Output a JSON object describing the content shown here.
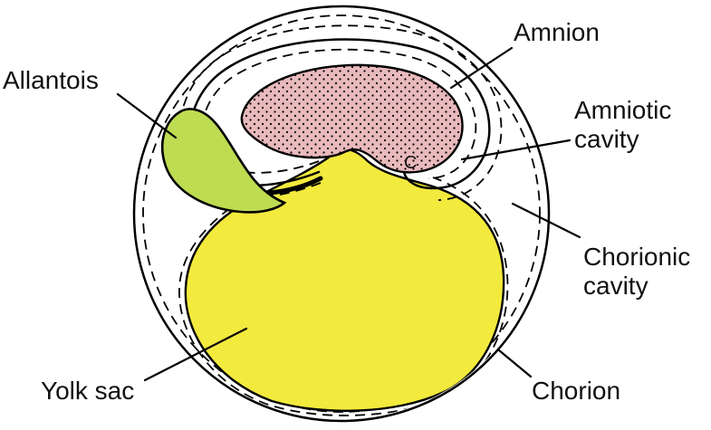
{
  "figure": {
    "labels": {
      "amnion": "Amnion",
      "allantois": "Allantois",
      "amniotic_cavity_line1": "Amniotic",
      "amniotic_cavity_line2": "cavity",
      "chorionic_cavity_line1": "Chorionic",
      "chorionic_cavity_line2": "cavity",
      "yolk_sac": "Yolk sac",
      "chorion": "Chorion",
      "embryo_curl": "C"
    },
    "colors": {
      "embryo_fill": "#e9b9bc",
      "allantois_fill": "#bedc52",
      "yolk_sac_fill": "#f3ea3e",
      "outline": "#000000",
      "background": "#ffffff"
    }
  }
}
